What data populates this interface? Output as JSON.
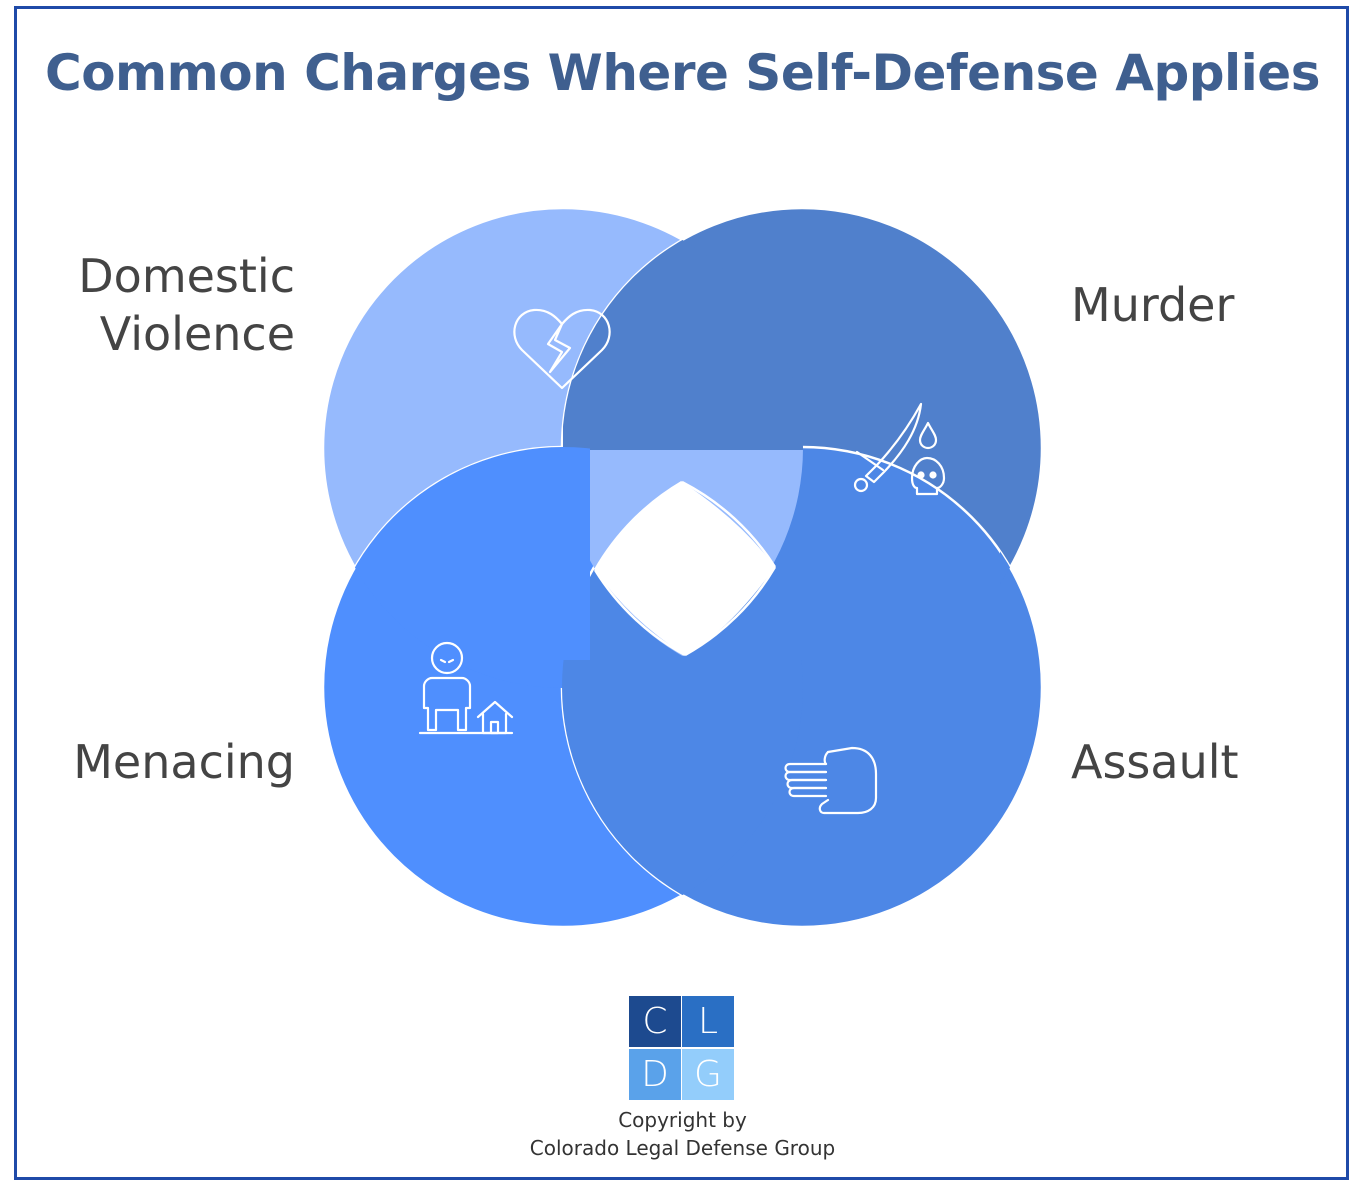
{
  "title": "Common Charges Where Self-Defense Applies",
  "charges": {
    "domestic_violence": {
      "line1": "Domestic",
      "line2": "Violence",
      "icon": "broken-heart-icon",
      "color": "#96bafd"
    },
    "murder": {
      "label": "Murder",
      "icon": "knife-skull-icon",
      "color": "#5080cc"
    },
    "menacing": {
      "label": "Menacing",
      "icon": "person-house-icon",
      "color": "#4f8ffe"
    },
    "assault": {
      "label": "Assault",
      "icon": "fist-icon",
      "color": "#4d87e6"
    }
  },
  "logo": {
    "letters": [
      "C",
      "L",
      "D",
      "G"
    ],
    "colors": [
      "#1d4a8f",
      "#2a6fc4",
      "#5aa2ea",
      "#93cdfb"
    ]
  },
  "copyright": {
    "line1": "Copyright by",
    "line2": "Colorado Legal Defense Group"
  }
}
